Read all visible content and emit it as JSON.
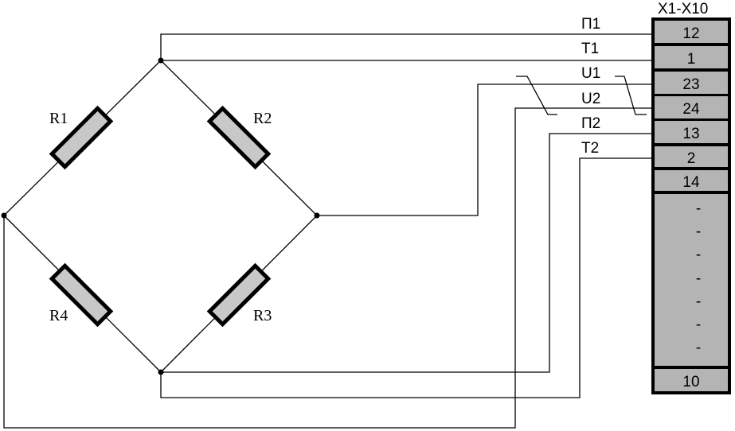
{
  "connector": {
    "title": "X1-X10",
    "terminals": [
      "12",
      "1",
      "23",
      "24",
      "13",
      "2",
      "14"
    ],
    "dashes": [
      "-",
      "-",
      "-",
      "-",
      "-",
      "-",
      "-"
    ],
    "last_terminal": "10"
  },
  "resistors": [
    "R1",
    "R2",
    "R3",
    "R4"
  ],
  "wire_labels": [
    "П1",
    "T1",
    "U1",
    "U2",
    "П2",
    "T2"
  ],
  "colors": {
    "terminal_fill": "#b4b4b4",
    "resistor_fill": "#c8c8c8",
    "line": "#000000"
  }
}
